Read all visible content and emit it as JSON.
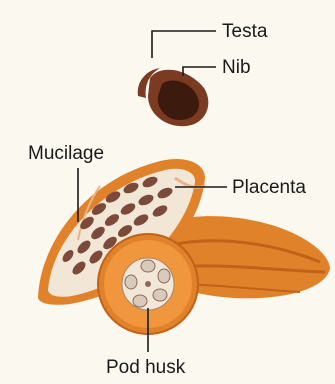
{
  "labels": {
    "testa": "Testa",
    "nib": "Nib",
    "mucilage": "Mucilage",
    "placenta": "Placenta",
    "pod_husk": "Pod husk"
  },
  "colors": {
    "background": "#fbf8ef",
    "testa": "#7a3b22",
    "nib": "#3d1a0e",
    "husk_outer": "#e0822a",
    "husk_dark": "#c2611a",
    "pulp": "#f2e6d6",
    "bean": "#7b4a3a",
    "leader_line": "#1a1a1a"
  }
}
